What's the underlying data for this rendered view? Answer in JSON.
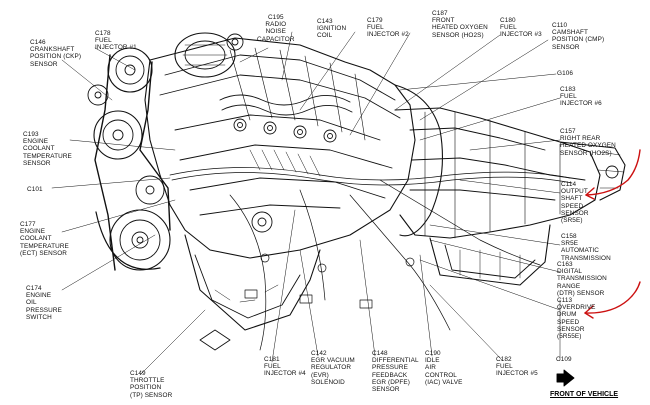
{
  "labels": {
    "c146": "C146\nCRANKSHAFT\nPOSITION (CKP)\nSENSOR",
    "c178": "C178\nFUEL\nINJECTOR #1",
    "c195": "C195\nRADIO\nNOISE\nCAPACITOR",
    "c143": "C143\nIGNITION\nCOIL",
    "c179": "C179\nFUEL\nINJECTOR #2",
    "c187": "C187\nFRONT\nHEATED OXYGEN\nSENSOR (HO2S)",
    "c180": "C180\nFUEL\nINJECTOR #3",
    "c110": "C110\nCAMSHAFT\nPOSITION (CMP)\nSENSOR",
    "g106": "G106",
    "c183": "C183\nFUEL\nINJECTOR #6",
    "c157": "C157\nRIGHT REAR\nHEATED OXYGEN\nSENSOR (HO2S)",
    "c193": "C193\nENGINE\nCOOLANT\nTEMPERATURE\nSENSOR",
    "c101": "C101",
    "c114": "C114\nOUTPUT\nSHAFT\nSPEED\nSENSOR\n(SR5E)",
    "c177": "C177\nENGINE\nCOOLANT\nTEMPERATURE\n(ECT) SENSOR",
    "c158": "C158\nSR5E\nAUTOMATIC\nTRANSMISSION",
    "c163": "C163\nDIGITAL\nTRANSMISSION\nRANGE\n(DTR) SENSOR",
    "c174": "C174\nENGINE\nOIL\nPRESSURE\nSWITCH",
    "c113": "C113\nOVERDRIVE\nDRUM\nSPEED\nSENSOR\n(5R55E)",
    "c149": "C149\nTHROTTLE\nPOSITION\n(TP) SENSOR",
    "c181": "C181\nFUEL\nINJECTOR #4",
    "c142": "C142\nEGR VACUUM\nREGULATOR\n(EVR)\nSOLENOID",
    "c148": "C148\nDIFFERENTIAL\nPRESSURE\nFEEDBACK\nEGR (DPFE)\nSENSOR",
    "c190": "C190\nIDLE\nAIR\nCONTROL\n(IAC) VALVE",
    "c182": "C182\nFUEL\nINJECTOR #5",
    "c109": "C109"
  },
  "front_of_vehicle": "FRONT OF VEHICLE",
  "annotation_color": "#cc1111",
  "icons": [
    "front-arrow-icon",
    "red-check-mark-icon"
  ]
}
